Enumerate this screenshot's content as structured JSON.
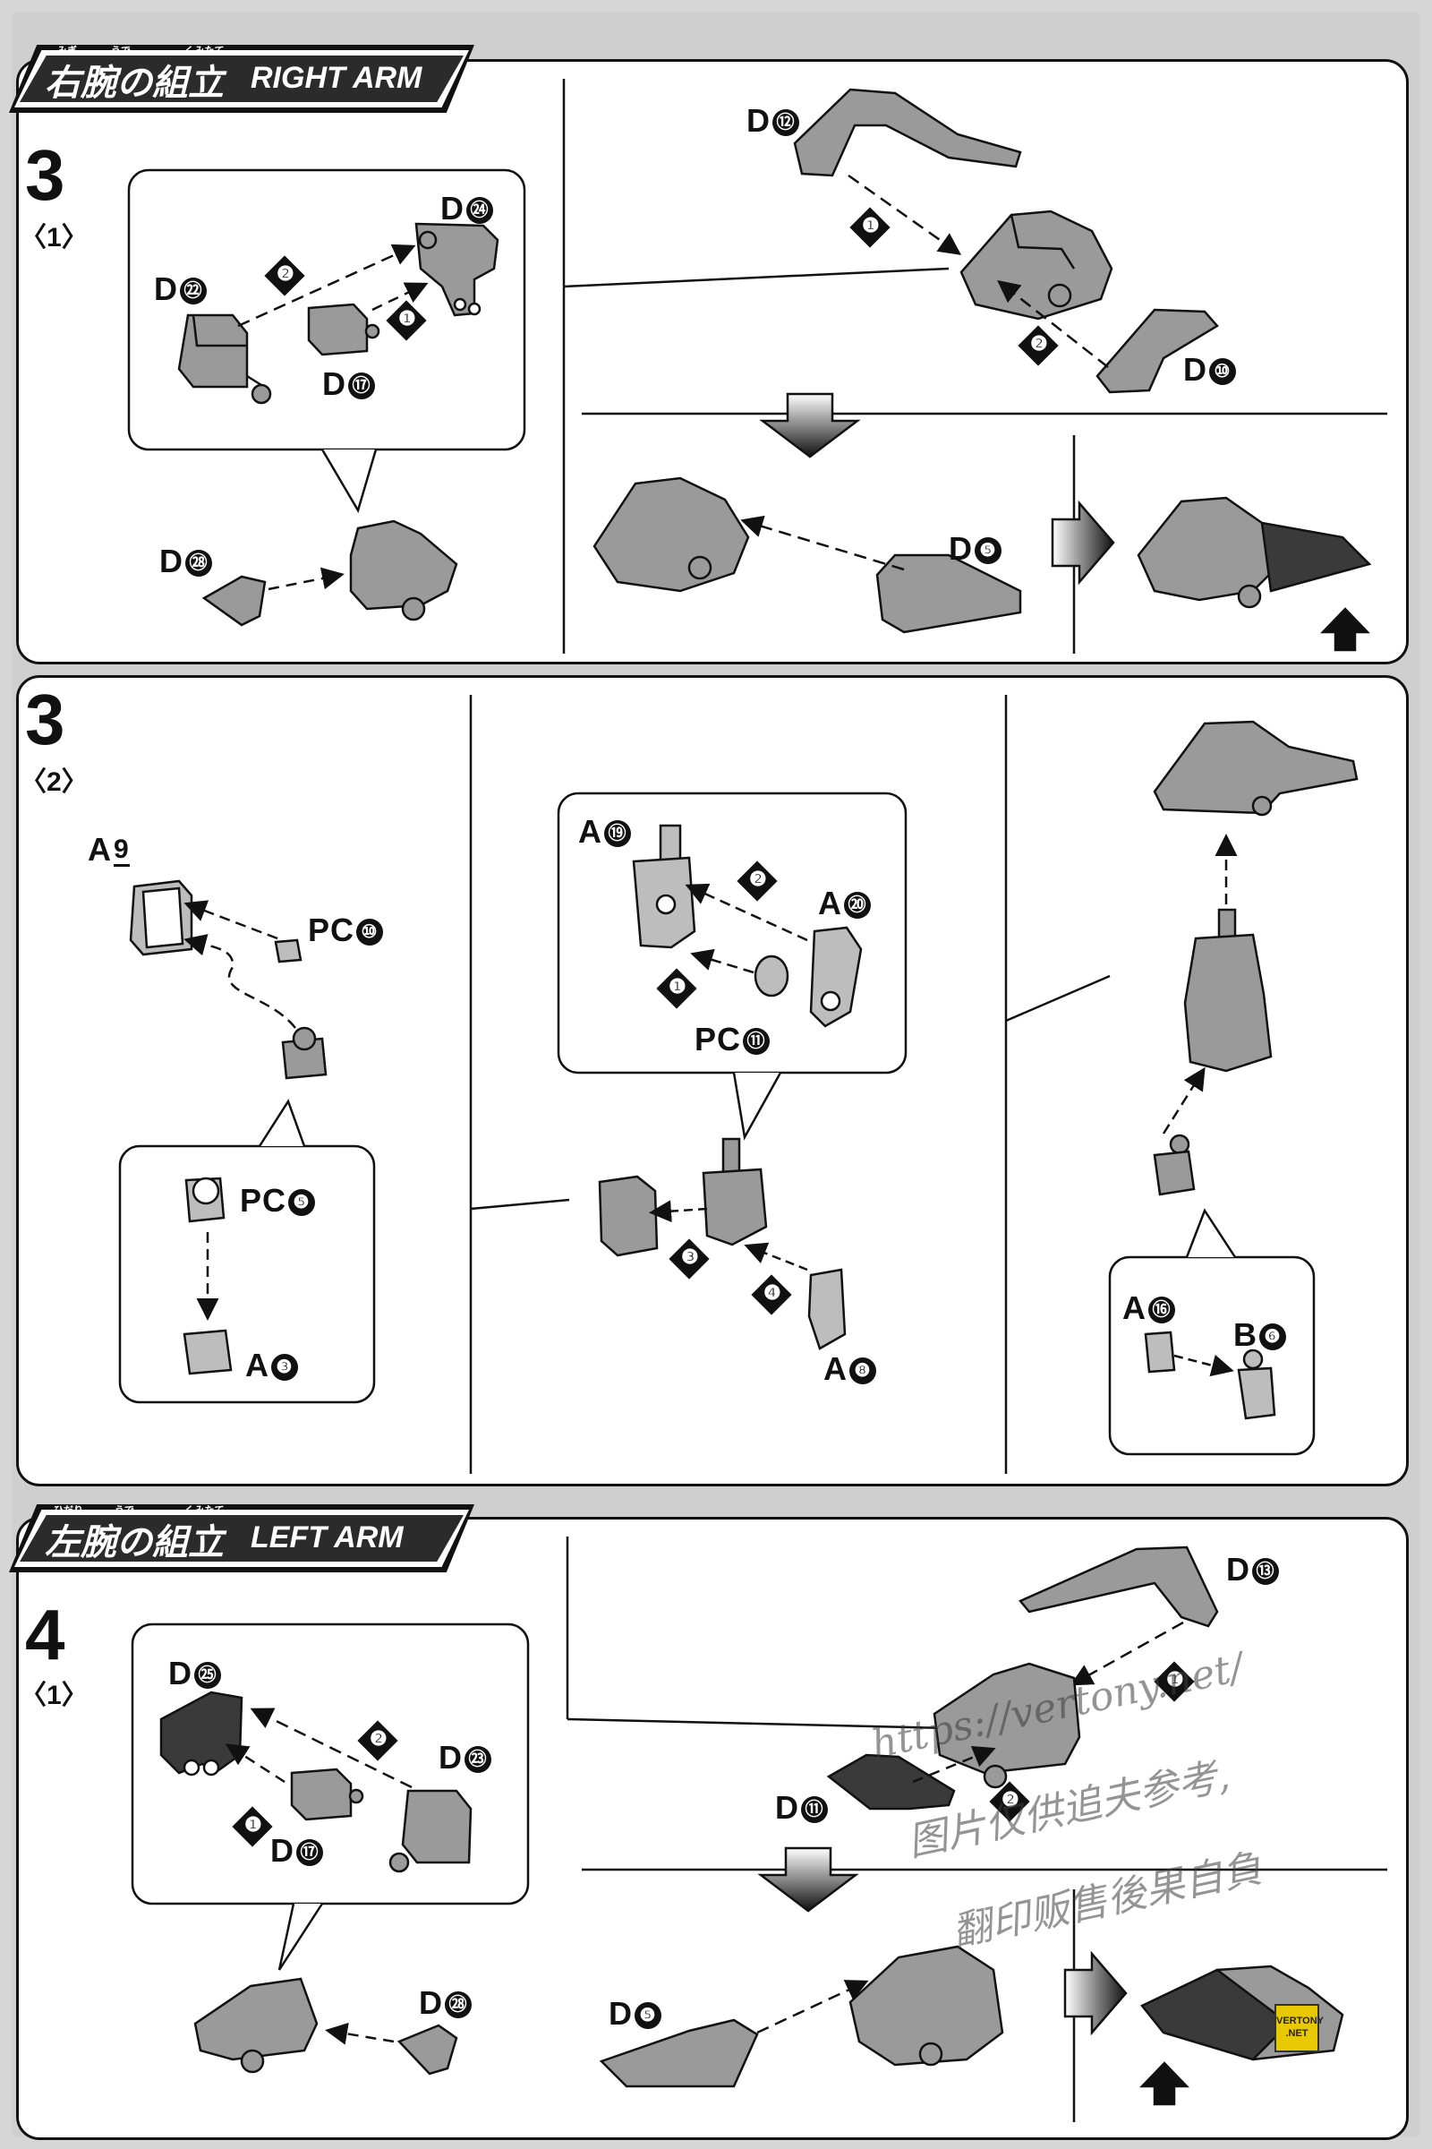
{
  "sections": [
    {
      "step": "3",
      "sub": "〈1〉",
      "header_jp": "右腕の組立",
      "header_ruby": [
        "みぎ",
        "うで",
        "くみたて"
      ],
      "header_en": "RIGHT ARM"
    },
    {
      "step": "3",
      "sub": "〈2〉"
    },
    {
      "step": "4",
      "sub": "〈1〉",
      "header_jp": "左腕の組立",
      "header_ruby": [
        "ひだり",
        "うで",
        "くみたて"
      ],
      "header_en": "LEFT ARM"
    }
  ],
  "labels": {
    "s3_1": {
      "d22": {
        "pre": "D",
        "num": "㉒"
      },
      "d24": {
        "pre": "D",
        "num": "㉔"
      },
      "d17": {
        "pre": "D",
        "num": "⑰"
      },
      "d28": {
        "pre": "D",
        "num": "㉘"
      },
      "d12": {
        "pre": "D",
        "num": "⑫"
      },
      "d10": {
        "pre": "D",
        "num": "⑩"
      },
      "d5": {
        "pre": "D",
        "num": "❺"
      }
    },
    "s3_2": {
      "a9": {
        "pre": "A",
        "num": "9"
      },
      "pc10": {
        "pre": "PC",
        "num": "⑩"
      },
      "pc5": {
        "pre": "PC",
        "num": "❺"
      },
      "a3": {
        "pre": "A",
        "num": "❸"
      },
      "a19": {
        "pre": "A",
        "num": "⑲"
      },
      "a20": {
        "pre": "A",
        "num": "⑳"
      },
      "pc11": {
        "pre": "PC",
        "num": "⑪"
      },
      "a8": {
        "pre": "A",
        "num": "❽"
      },
      "a16": {
        "pre": "A",
        "num": "⑯"
      },
      "b6": {
        "pre": "B",
        "num": "❻"
      }
    },
    "s4_1": {
      "d25": {
        "pre": "D",
        "num": "㉕"
      },
      "d23": {
        "pre": "D",
        "num": "㉓"
      },
      "d17": {
        "pre": "D",
        "num": "⑰"
      },
      "d28": {
        "pre": "D",
        "num": "㉘"
      },
      "d13": {
        "pre": "D",
        "num": "⑬"
      },
      "d11": {
        "pre": "D",
        "num": "⑪"
      },
      "d5": {
        "pre": "D",
        "num": "❺"
      }
    }
  },
  "order_markers": [
    "❶",
    "❷",
    "❸",
    "❹"
  ],
  "watermark": {
    "line1": "https://vertony.net/",
    "line2": "图片仅供追夫参考,",
    "line3": "翻印贩售後果自負"
  },
  "badge": {
    "line1": "VERTONY",
    "line2": ".NET"
  },
  "colors": {
    "part_fill": "#9a9a9a",
    "part_dark": "#3a3a3a",
    "line": "#111111",
    "page_bg": "#cfcfcf"
  }
}
